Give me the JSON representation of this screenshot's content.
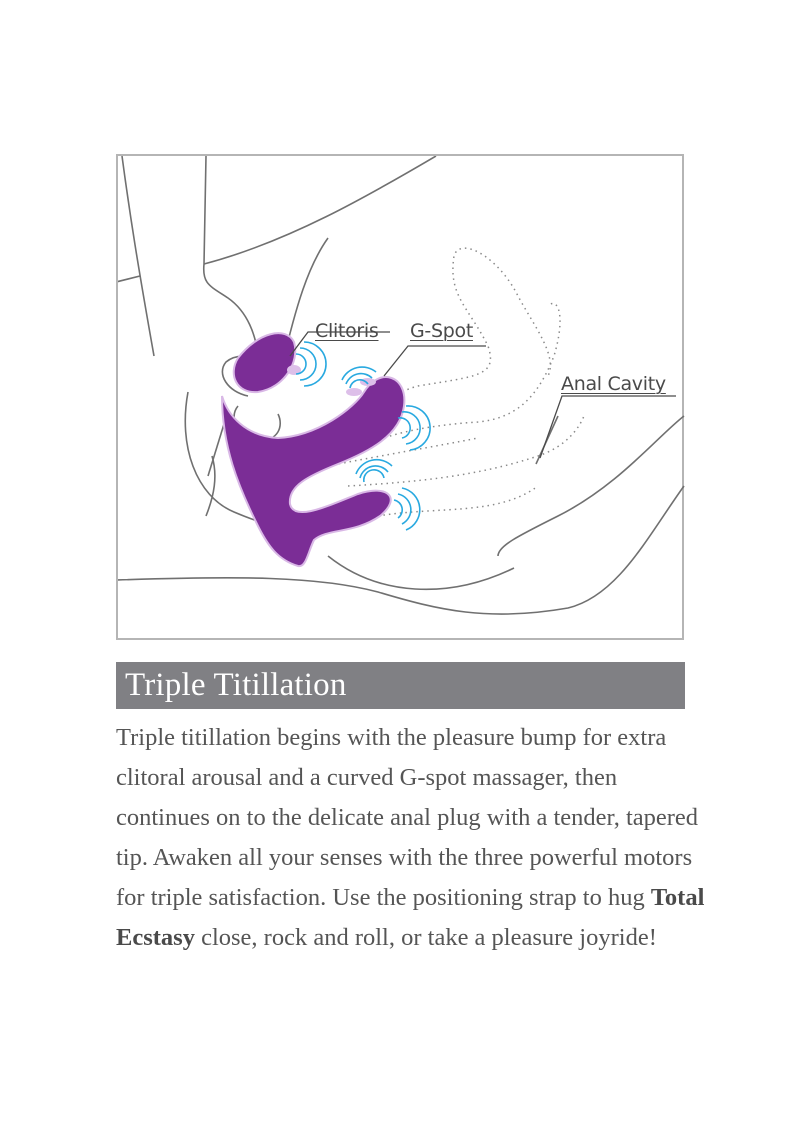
{
  "illustration": {
    "description": "Line illustration of the product in use",
    "callouts": [
      {
        "label": "Clitoris"
      },
      {
        "label": "G-Spot"
      },
      {
        "label": "Anal Cavity"
      }
    ],
    "colors": {
      "product": "#7b2d96",
      "vibration_waves": "#29a9e0",
      "outline": "#707070",
      "frame": "#b5b5b5"
    }
  },
  "section": {
    "title": "Triple Titillation",
    "title_bar_color": "#808084",
    "paragraph_before": "Triple titillation begins with the pleasure bump for extra clitoral arousal and a curved G-spot massager, then continues on to the delicate anal plug with a tender, tapered tip. Awaken all your senses with the three powerful motors for triple satisfaction. Use the positioning strap to hug ",
    "paragraph_bold": "Total Ecstasy",
    "paragraph_after": " close, rock and roll, or take a pleasure joyride!"
  }
}
